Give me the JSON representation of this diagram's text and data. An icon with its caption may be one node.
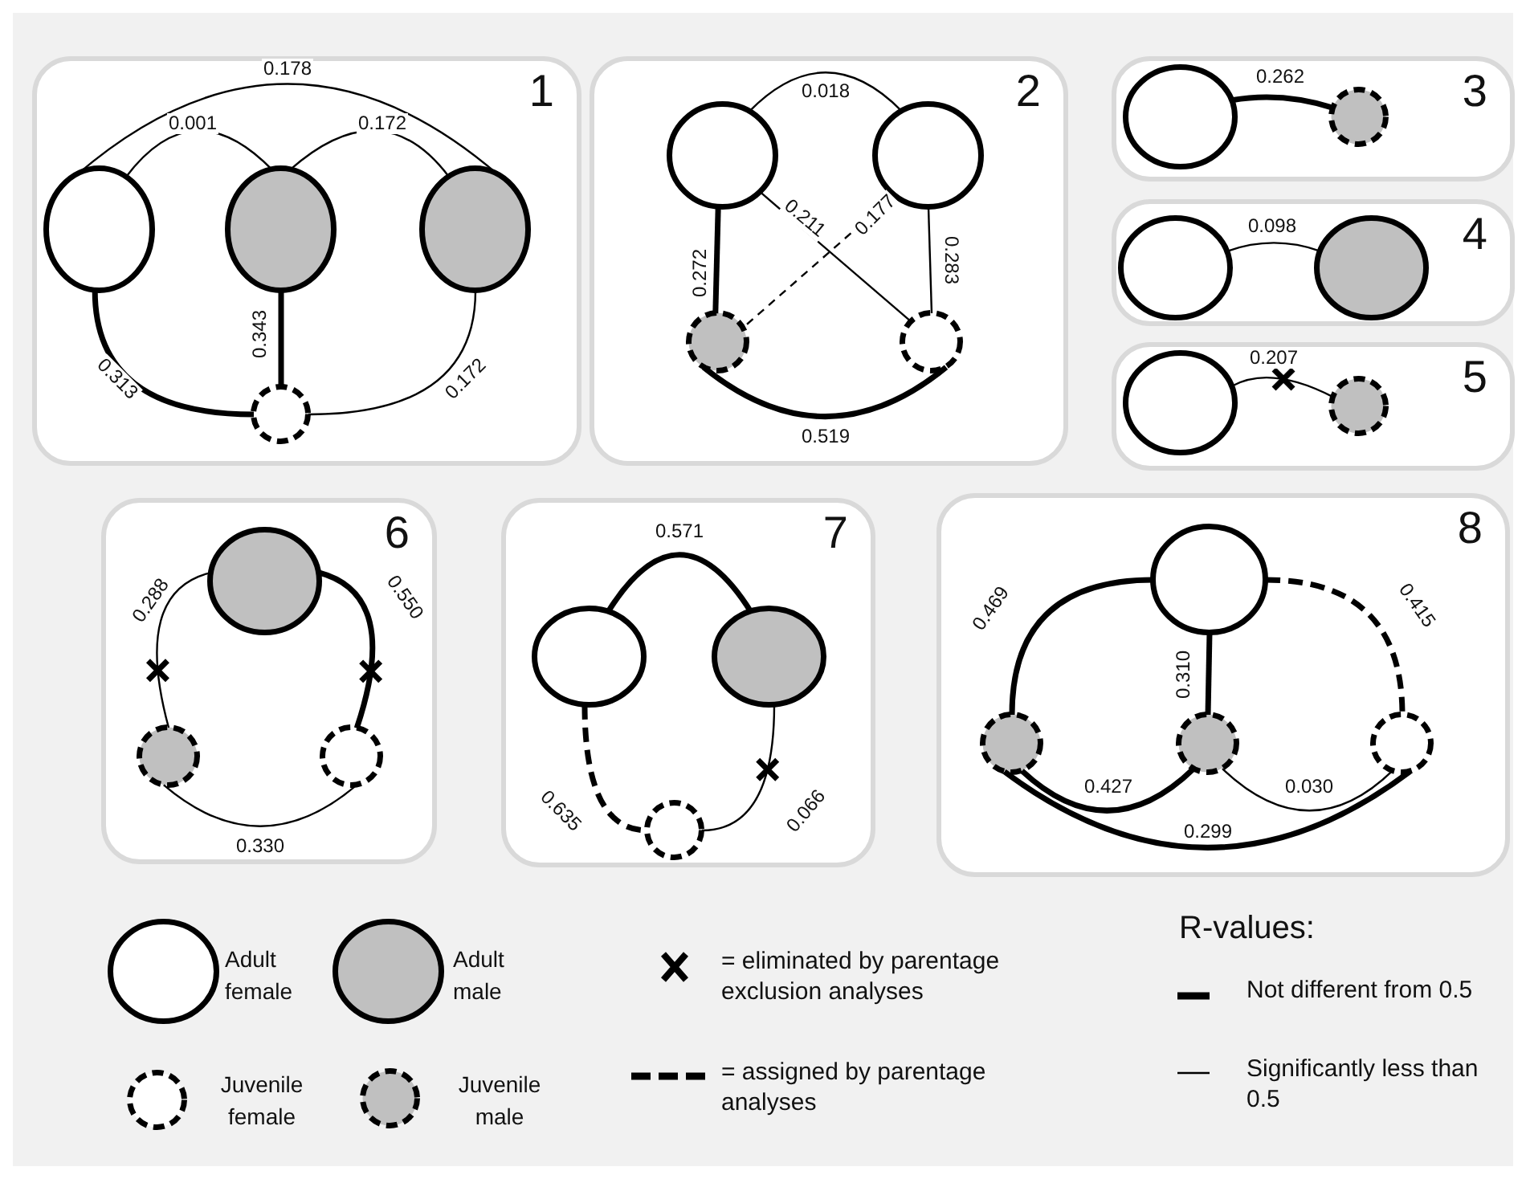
{
  "diagram": {
    "nodes": [
      {
        "text": [
          "1"
        ]
      },
      {
        "text": [],
        "shape": "circle",
        "in": 0
      },
      {
        "text": [],
        "shape": "circle",
        "in": 0
      },
      {
        "text": [],
        "shape": "circle",
        "in": 0
      },
      {
        "text": [],
        "shape": "circle",
        "in": 0
      },
      {
        "text": [
          "2"
        ]
      },
      {
        "text": [],
        "shape": "circle",
        "in": 5
      },
      {
        "text": [],
        "shape": "circle",
        "in": 5
      },
      {
        "text": [],
        "shape": "circle",
        "in": 5
      },
      {
        "text": [],
        "shape": "circle",
        "in": 5
      },
      {
        "text": [
          "3"
        ]
      },
      {
        "text": [],
        "shape": "circle",
        "in": 10
      },
      {
        "text": [],
        "shape": "circle",
        "in": 10
      },
      {
        "text": [
          "4"
        ]
      },
      {
        "text": [],
        "shape": "circle",
        "in": 13
      },
      {
        "text": [],
        "shape": "circle",
        "in": 13
      },
      {
        "text": [
          "5"
        ]
      },
      {
        "text": [],
        "shape": "circle",
        "in": 16
      },
      {
        "text": [],
        "shape": "circle",
        "in": 16
      },
      {
        "text": [
          "6"
        ]
      },
      {
        "text": [],
        "shape": "circle",
        "in": 19
      },
      {
        "text": [],
        "shape": "circle",
        "in": 19
      },
      {
        "text": [],
        "shape": "circle",
        "in": 19
      },
      {
        "text": [
          "7"
        ]
      },
      {
        "text": [],
        "shape": "circle",
        "in": 23
      },
      {
        "text": [],
        "shape": "circle",
        "in": 23
      },
      {
        "text": [],
        "shape": "circle",
        "in": 23
      },
      {
        "text": [
          "8"
        ]
      },
      {
        "text": [],
        "shape": "circle",
        "in": 27
      },
      {
        "text": [],
        "shape": "circle",
        "in": 27
      },
      {
        "text": [],
        "shape": "circle",
        "in": 27
      },
      {
        "text": [],
        "shape": "circle",
        "in": 27
      }
    ],
    "edges": [
      {
        "from": 1,
        "to": 2,
        "arrow": "none",
        "label": "0.001"
      },
      {
        "from": 2,
        "to": 3,
        "arrow": "none",
        "label": "0.172"
      },
      {
        "from": 1,
        "to": 3,
        "arrow": "none",
        "label": "0.178"
      },
      {
        "from": 1,
        "to": 4,
        "arrow": "none",
        "label": "0.313",
        "style": "thick"
      },
      {
        "from": 2,
        "to": 4,
        "arrow": "none",
        "label": "0.343",
        "style": "thick"
      },
      {
        "from": 3,
        "to": 4,
        "arrow": "none",
        "label": "0.172"
      },
      {
        "from": 6,
        "to": 7,
        "arrow": "none",
        "label": "0.018"
      },
      {
        "from": 6,
        "to": 8,
        "arrow": "none",
        "label": "0.272",
        "style": "thick"
      },
      {
        "from": 6,
        "to": 9,
        "arrow": "none",
        "label": "0.211"
      },
      {
        "from": 7,
        "to": 8,
        "arrow": "none",
        "label": "0.177",
        "style": "dashed"
      },
      {
        "from": 7,
        "to": 9,
        "arrow": "none",
        "label": "0.283"
      },
      {
        "from": 8,
        "to": 9,
        "arrow": "none",
        "label": "0.519",
        "style": "thick"
      },
      {
        "from": 11,
        "to": 12,
        "arrow": "none",
        "label": "0.262",
        "style": "thick"
      },
      {
        "from": 14,
        "to": 15,
        "arrow": "none",
        "label": "0.098"
      },
      {
        "from": 17,
        "to": 18,
        "arrow": "none",
        "label": "0.207"
      },
      {
        "from": 20,
        "to": 21,
        "arrow": "none",
        "label": "0.288"
      },
      {
        "from": 20,
        "to": 22,
        "arrow": "none",
        "label": "0.550",
        "style": "thick"
      },
      {
        "from": 21,
        "to": 22,
        "arrow": "none",
        "label": "0.330"
      },
      {
        "from": 24,
        "to": 25,
        "arrow": "none",
        "label": "0.571",
        "style": "thick"
      },
      {
        "from": 24,
        "to": 26,
        "arrow": "none",
        "label": "0.635",
        "style": "dashed"
      },
      {
        "from": 25,
        "to": 26,
        "arrow": "none",
        "label": "0.066"
      },
      {
        "from": 28,
        "to": 29,
        "arrow": "none",
        "label": "0.469",
        "style": "thick"
      },
      {
        "from": 28,
        "to": 30,
        "arrow": "none",
        "label": "0.310",
        "style": "thick"
      },
      {
        "from": 28,
        "to": 31,
        "arrow": "none",
        "label": "0.415",
        "style": "dashed"
      },
      {
        "from": 29,
        "to": 30,
        "arrow": "none",
        "label": "0.427",
        "style": "thick"
      },
      {
        "from": 30,
        "to": 31,
        "arrow": "none",
        "label": "0.030"
      },
      {
        "from": 29,
        "to": 31,
        "arrow": "none",
        "label": "0.299",
        "style": "thick"
      }
    ],
    "labels": [
      "R-values:"
    ],
    "legend": [
      {
        "text": "Adult female"
      },
      {
        "text": "Adult male"
      },
      {
        "text": "Juvenile female"
      },
      {
        "text": "Juvenile male"
      },
      {
        "text": "= eliminated by parentage exclusion analyses"
      },
      {
        "text": "= assigned by parentage analyses"
      },
      {
        "text": "Not different from 0.5"
      },
      {
        "text": "Significantly less than 0.5"
      }
    ]
  }
}
